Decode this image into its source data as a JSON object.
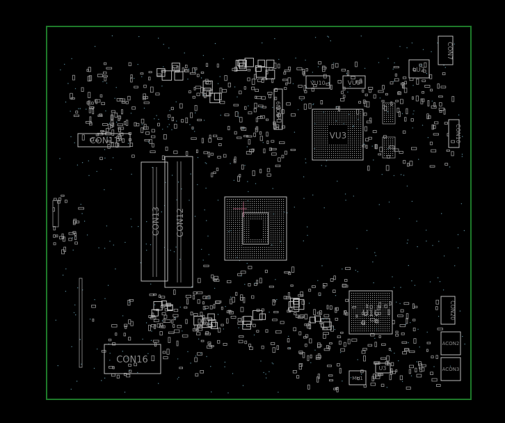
{
  "board": {
    "outline_color": "#1e7a2a",
    "background": "#000000",
    "silk_color": "#bdbdbd",
    "via_color": "#5a8a9a"
  },
  "labels": {
    "con11": "CON11",
    "con13": "CON13",
    "con12": "CON12",
    "con16": "CON16",
    "con7": "CON7",
    "con9": "CON9",
    "con10": "CON10",
    "con20": "CON20",
    "acon2": "ACON2",
    "acon3": "ACON3",
    "vu3": "VU3",
    "vu10": "VU10",
    "vu5": "VU5",
    "lu2": "LU2",
    "u16": "U16",
    "u3": "U3",
    "mu1": "MU1"
  }
}
